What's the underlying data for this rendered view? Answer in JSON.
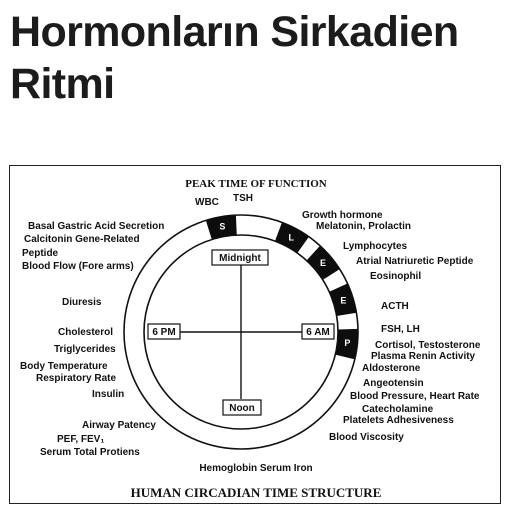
{
  "page": {
    "title_line1": "Hormonların Sirkadien",
    "title_line2": "Ritmi"
  },
  "diagram": {
    "top_title": "PEAK TIME OF FUNCTION",
    "bottom_title": "HUMAN CIRCADIAN TIME STRUCTURE",
    "times": {
      "midnight": "Midnight",
      "noon": "Noon",
      "six_pm": "6 PM",
      "six_am": "6 AM"
    },
    "segments": [
      "S",
      "L",
      "E",
      "E",
      "P"
    ],
    "labels": {
      "wbc": "WBC",
      "tsh": "TSH",
      "growth_hormone": "Growth hormone",
      "melatonin": "Melatonin, Prolactin",
      "lymphocytes": "Lymphocytes",
      "anp": "Atrial Natriuretic Peptide",
      "eosinophil": "Eosinophil",
      "acth": "ACTH",
      "fsh": "FSH, LH",
      "cortisol": "Cortisol, Testosterone",
      "renin": "Plasma Renin Activity",
      "aldosterone": "Aldosterone",
      "angeotensin": "Angeotensin",
      "bp": "Blood Pressure, Heart Rate",
      "catecholamine": "Catecholamine",
      "platelets": "Platelets Adhesiveness",
      "viscosity": "Blood Viscosity",
      "hemoglobin": "Hemoglobin Serum Iron",
      "gastric": "Basal Gastric Acid Secretion",
      "calcitonin": "Calcitonin Gene-Related",
      "peptide": "Peptide",
      "bloodflow": "Blood Flow (Fore arms)",
      "diuresis": "Diuresis",
      "cholesterol": "Cholesterol",
      "triglycerides": "Triglycerides",
      "body_temp": "Body Temperature",
      "resp_rate": "Respiratory Rate",
      "insulin": "Insulin",
      "airway": "Airway Patency",
      "pef": "PEF, FEV₁",
      "serum_prot": "Serum Total Protiens"
    }
  }
}
